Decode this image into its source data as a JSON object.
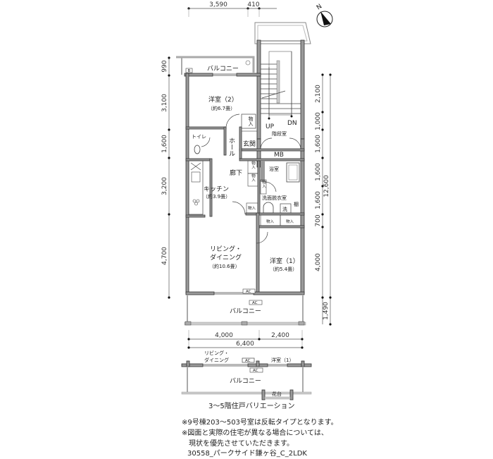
{
  "compass": {
    "label": "N"
  },
  "dimensions": {
    "top": [
      "3,590",
      "410"
    ],
    "left": [
      "990",
      "3,100",
      "1,600",
      "3,200",
      "4,700"
    ],
    "right": [
      "2,100",
      "1,000",
      "1,600",
      "1,600",
      "1,600",
      "700",
      "4,000",
      "1,490"
    ],
    "right_total": "12,600",
    "bottom": [
      "4,000",
      "2,400"
    ],
    "bottom_total": "6,400"
  },
  "rooms": {
    "balcony_north": "バルコニー",
    "balcony_north_unit": "B",
    "western_room_2": "洋室（2）",
    "western_room_2_size": "（約6.7畳）",
    "storage": "物入",
    "toilet": "トイレ",
    "hall": "ホール",
    "entrance": "玄関",
    "stairwell": "階段室",
    "stairs_up": "UP",
    "stairs_down": "DN",
    "mb": "MB",
    "corridor": "廊下",
    "bathroom": "浴室",
    "kitchen": "キッチン",
    "kitchen_size": "（約3.9畳）",
    "washroom": "洗面脱衣室",
    "washer": "洗",
    "shelf": "棚",
    "living_dining_1": "リビング・",
    "living_dining_2": "ダイニング",
    "living_dining_size": "（約10.6畳）",
    "western_room_1": "洋室（1）",
    "western_room_1_size": "（約5.4畳）",
    "ac": "AC",
    "balcony_south": "バルコニー"
  },
  "variation": {
    "living_dining_1": "リビング・",
    "living_dining_2": "ダイニング",
    "western_room_1": "洋室（1）",
    "ac": "AC",
    "balcony": "バルコニー",
    "flower_bed": "花台",
    "caption": "3～5階住戸バリエーション"
  },
  "notes": [
    "※9号棟203～503号室は反転タイプとなります。",
    "※図面と実際の住宅が異なる場合については、",
    "　現状を優先させていただきます。"
  ],
  "footer": "30558_パークサイド鎌ヶ谷_C_2LDK"
}
